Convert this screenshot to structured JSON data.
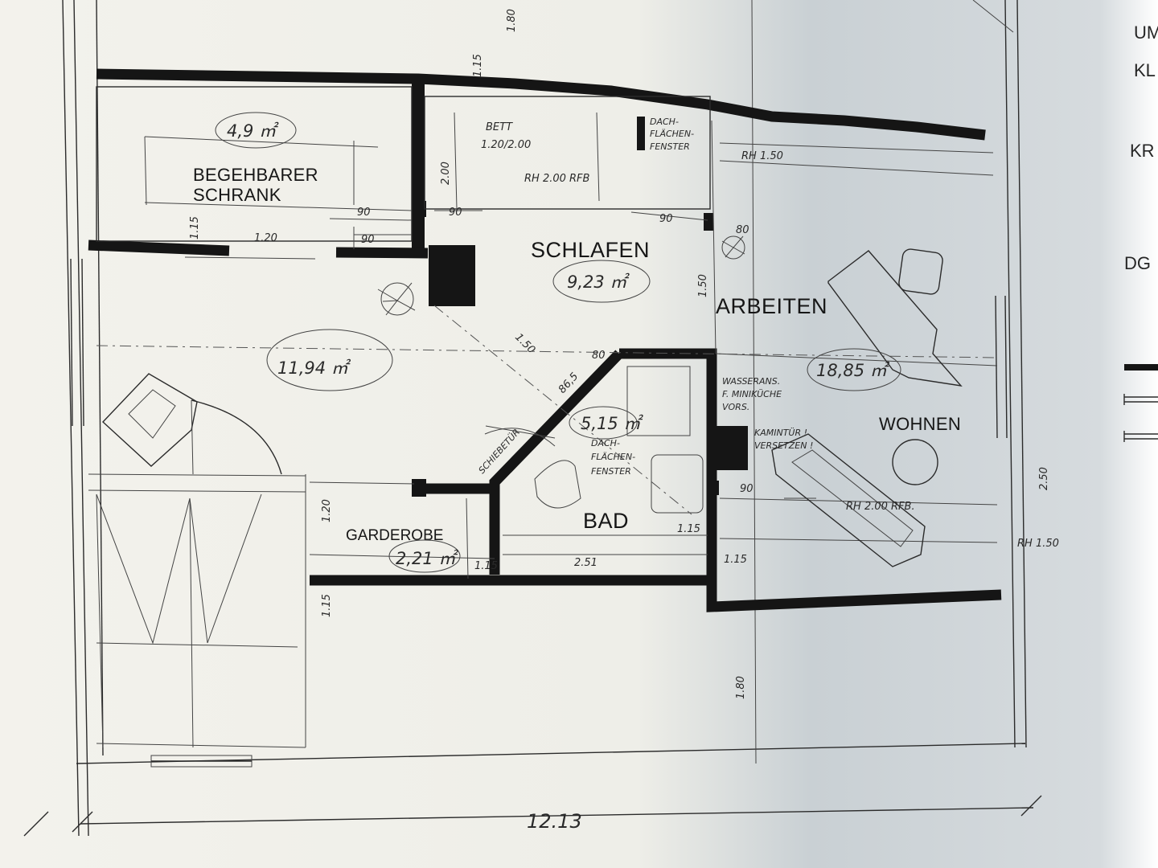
{
  "plan": {
    "rooms": {
      "begehbarer_line1": "BEGEHBARER",
      "begehbarer_line2": "SCHRANK",
      "schlafen": "SCHLAFEN",
      "arbeiten": "ARBEITEN",
      "wohnen": "WOHNEN",
      "bad": "BAD",
      "garderobe": "GARDEROBE"
    },
    "areas": {
      "schrank": "4,9 ㎡",
      "schlafen": "9,23 ㎡",
      "wohn_main": "11,94 ㎡",
      "bad": "5,15 ㎡",
      "garderobe": "2,21 ㎡",
      "wohnen": "18,85 ㎡"
    },
    "annotations": {
      "bett_line1": "BETT",
      "bett_line2": "1.20/2.00",
      "rh_schlafen": "RH 2.00 RFB",
      "dach_top_1": "DACH-",
      "dach_top_2": "FLÄCHEN-",
      "dach_top_3": "FENSTER",
      "rh_top": "RH 1.50",
      "dach_bad_1": "DACH-",
      "dach_bad_2": "FLÄCHEN-",
      "dach_bad_3": "FENSTER",
      "schiebetuer": "SCHIEBETÜR",
      "wasser_1": "WASSERANS.",
      "wasser_2": "F. MINIKÜCHE",
      "wasser_3": "VORS.",
      "kamin_1": "KAMINTÜR !",
      "kamin_2": "VERSETZEN !",
      "rh_wohnen": "RH 2.00 RFB.",
      "rh_right": "RH 1.50"
    },
    "dimensions": {
      "d_180_top": "1.80",
      "d_115_top": "1.15",
      "d_200": "2.00",
      "d_115_left": "1.15",
      "d_120_schrank": "1.20",
      "d_90_a": "90",
      "d_90_b": "90",
      "d_90_c": "90",
      "d_90_d": "90",
      "d_80": "80",
      "d_150_diag": "1.50",
      "d_150_vert": "1.50",
      "d_80_b": "80",
      "d_865": "86,5",
      "d_90_bad": "90",
      "d_120_gard": "1.20",
      "d_115_gard": "1.15",
      "d_115_bad_a": "1.15",
      "d_115_bad_b": "1.15",
      "d_115_bottom": "1.15",
      "d_251": "2.51",
      "d_250": "2.50",
      "d_180_bottom": "1.80",
      "d_1213": "12.13"
    },
    "margin_text": [
      "UM",
      "KL",
      "KR",
      "DG"
    ]
  }
}
